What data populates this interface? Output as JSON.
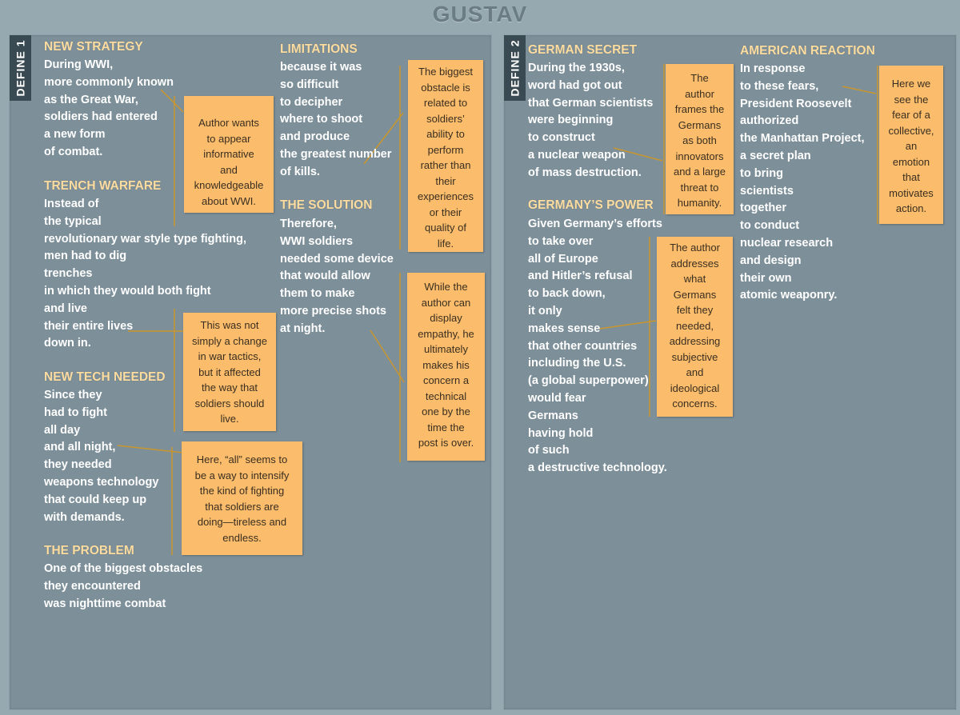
{
  "title": "GUSTAV",
  "panel1": {
    "tab": "DEFINE 1",
    "new_strategy": {
      "heading": "NEW STRATEGY",
      "lines": [
        "During WWI,",
        "more commonly known",
        "as the Great War,",
        "soldiers had entered",
        "a new form",
        "of combat."
      ]
    },
    "trench_warfare": {
      "heading": "TRENCH WARFARE",
      "lines": [
        "Instead of",
        "the typical",
        "revolutionary war style type fighting,",
        "men had to dig",
        "trenches",
        "in which they would both fight",
        "and live",
        "their entire lives",
        "down in."
      ]
    },
    "new_tech": {
      "heading": "NEW TECH NEEDED",
      "lines": [
        "Since they",
        "had to fight",
        "all day",
        "and all night,",
        "they needed",
        "weapons technology",
        "that could keep up",
        "with demands."
      ]
    },
    "problem": {
      "heading": "THE PROBLEM",
      "lines": [
        "One of the biggest obstacles",
        "they encountered",
        "was nighttime combat"
      ]
    },
    "limitations": {
      "heading": "LIMITATIONS",
      "lines": [
        "because it was",
        "so difficult",
        "to decipher",
        "where to shoot",
        "and produce",
        "the greatest number",
        "of kills."
      ]
    },
    "solution": {
      "heading": "THE SOLUTION",
      "lines": [
        "Therefore,",
        "WWI soldiers",
        "needed some device",
        "that would allow",
        "them to make",
        "more precise shots",
        "at night."
      ]
    },
    "notes": {
      "n1": [
        "Author wants",
        "to appear",
        "informative",
        "and",
        "knowledgeable",
        "about WWI."
      ],
      "n2": [
        "This was not",
        "simply a change",
        "in war tactics,",
        "but it affected",
        "the way that",
        "soldiers should",
        "live."
      ],
      "n3": [
        "Here, “all” seems to",
        "be a way to intensify",
        "the kind of fighting",
        "that soldiers are",
        "doing—tireless and",
        "endless."
      ],
      "n4": [
        "The biggest",
        "obstacle is",
        "related to",
        "soldiers’",
        "ability to",
        "perform",
        "rather than",
        "their",
        "experiences",
        "or their",
        "quality of",
        "life."
      ],
      "n5": [
        "While the",
        "author can",
        "display",
        "empathy, he",
        "ultimately",
        "makes his",
        "concern a",
        "technical",
        "one by the",
        "time the",
        "post is over."
      ]
    }
  },
  "panel2": {
    "tab": "DEFINE 2",
    "german_secret": {
      "heading": "GERMAN SECRET",
      "lines": [
        "During the 1930s,",
        "word had got out",
        "that German scientists",
        "were beginning",
        "to construct",
        "a nuclear weapon",
        "of mass destruction."
      ]
    },
    "germany_power": {
      "heading": "GERMANY’S POWER",
      "lines": [
        "Given Germany’s efforts",
        "to take over",
        "all of Europe",
        "and Hitler’s refusal",
        "to back down,",
        "it only",
        "makes sense",
        "that other countries",
        "including the U.S.",
        "(a global superpower)",
        "would fear",
        "Germans",
        "having hold",
        "of such",
        "a destructive technology."
      ]
    },
    "american_reaction": {
      "heading": "AMERICAN REACTION",
      "lines": [
        "In response",
        "to these fears,",
        "President Roosevelt",
        "authorized",
        "the Manhattan Project,",
        "a secret plan",
        "to bring",
        "scientists",
        "together",
        "to conduct",
        "nuclear research",
        "and design",
        "their own",
        "atomic weaponry."
      ]
    },
    "notes": {
      "n1": [
        "The",
        "author",
        "frames the",
        "Germans",
        "as both",
        "innovators",
        "and a large",
        "threat to",
        "humanity."
      ],
      "n2": [
        "The author",
        "addresses",
        "what",
        "Germans",
        "felt they",
        "needed,",
        "addressing",
        "subjective",
        "and",
        "ideological",
        "concerns."
      ],
      "n3": [
        "Here we",
        "see the",
        "fear of a",
        "collective,",
        "an",
        "emotion",
        "that",
        "motivates",
        "action."
      ]
    }
  },
  "colors": {
    "background": "#96a8b0",
    "panel": "#7d8f99",
    "tab": "#3a4a52",
    "heading": "#fddca0",
    "body_text": "#ffffff",
    "note_fill": "#fbbd6c",
    "connector": "#c9962e"
  }
}
